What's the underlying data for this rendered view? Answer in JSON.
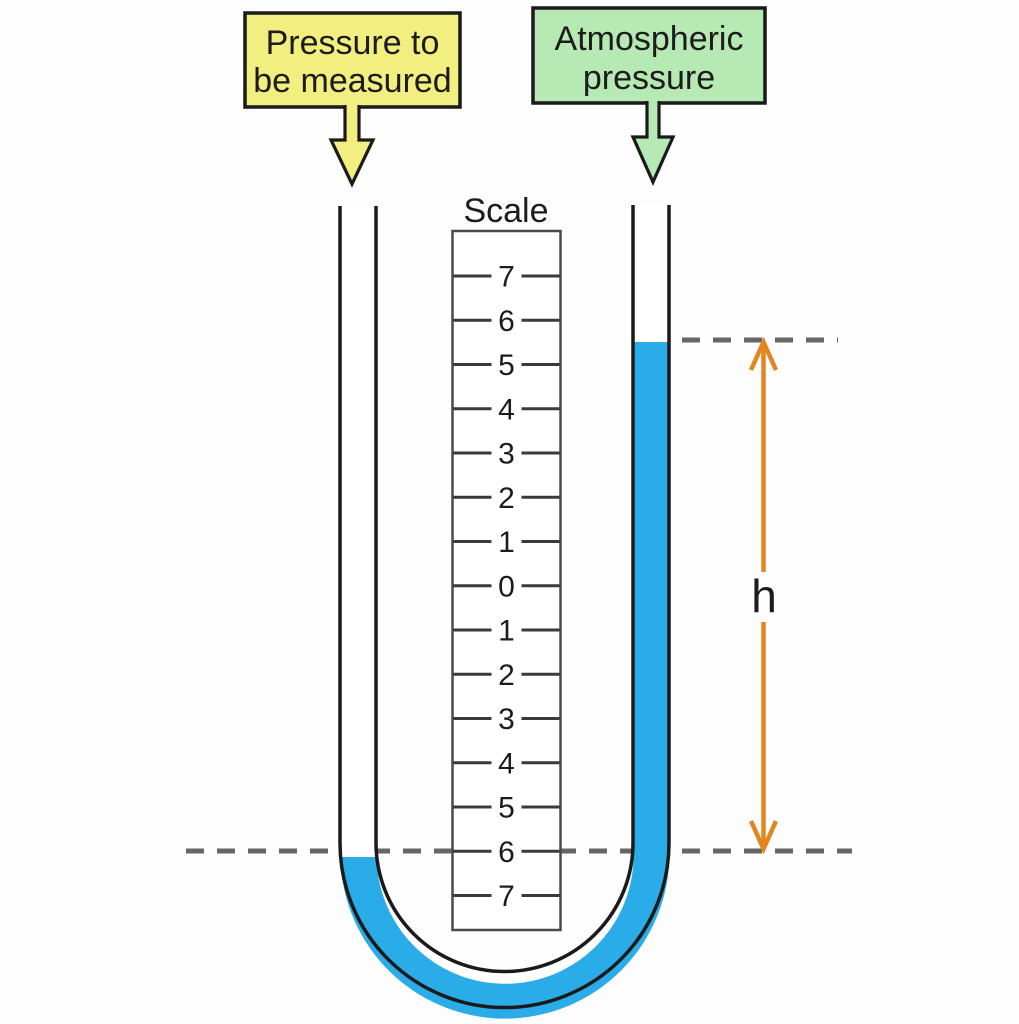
{
  "diagram": {
    "pressure_box": {
      "lines": [
        "Pressure to",
        "be measured"
      ],
      "bg_color": "#F2EE80"
    },
    "atmospheric_box": {
      "lines": [
        "Atmospheric",
        "pressure"
      ],
      "bg_color": "#B6E9B3"
    },
    "scale": {
      "title": "Scale",
      "values": [
        "7",
        "6",
        "5",
        "4",
        "3",
        "2",
        "1",
        "0",
        "1",
        "2",
        "3",
        "4",
        "5",
        "6",
        "7"
      ]
    },
    "height_label": "h",
    "colors": {
      "liquid": "#2AACE8",
      "measure_arrow": "#E2861F",
      "dashed_line": "#666666",
      "tube_outline": "#1A1A1A",
      "scale_border": "#4A4A4A",
      "tick": "#3A3A3A"
    }
  }
}
